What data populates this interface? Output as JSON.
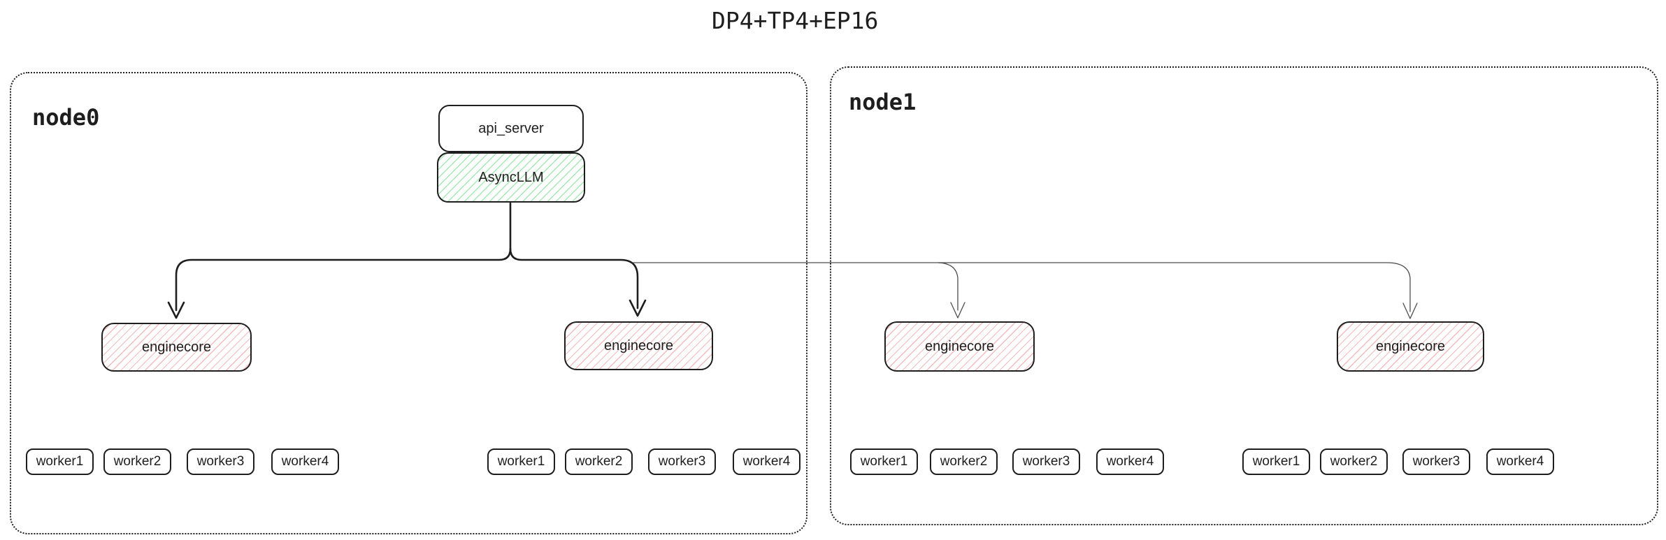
{
  "title": "DP4+TP4+EP16",
  "nodes": [
    {
      "label": "node0"
    },
    {
      "label": "node1"
    }
  ],
  "boxes": {
    "api_server": "api_server",
    "async_llm": "AsyncLLM",
    "enginecore": "enginecore"
  },
  "workers": [
    "worker1",
    "worker2",
    "worker3",
    "worker4"
  ],
  "colors": {
    "ink": "#1e1e1e",
    "thin_line": "#4d4d4d",
    "green_hatch": "#a7e8b4",
    "red_hatch": "#f3bcbc",
    "bg": "#ffffff"
  }
}
